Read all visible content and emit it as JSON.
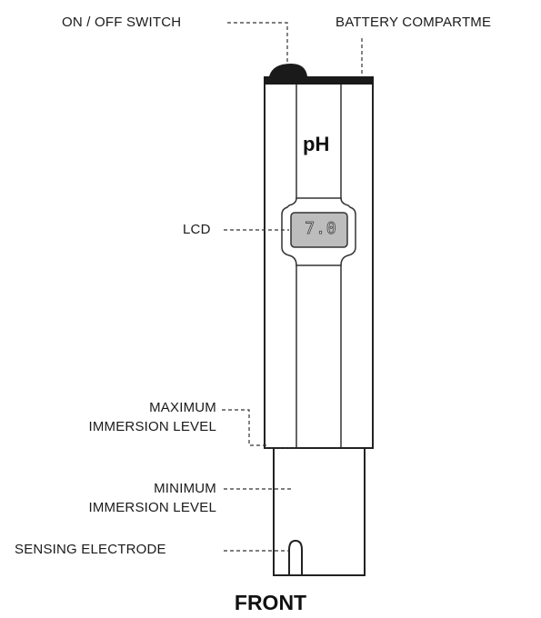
{
  "labels": {
    "switch": "ON / OFF SWITCH",
    "battery": "BATTERY COMPARTME",
    "lcd": "LCD",
    "max_line1": "MAXIMUM",
    "max_line2": "IMMERSION LEVEL",
    "min_line1": "MINIMUM",
    "min_line2": "IMMERSION LEVEL",
    "electrode": "SENSING ELECTRODE"
  },
  "device": {
    "ph_text": "pH",
    "lcd_value": "7.0"
  },
  "caption": "FRONT"
}
